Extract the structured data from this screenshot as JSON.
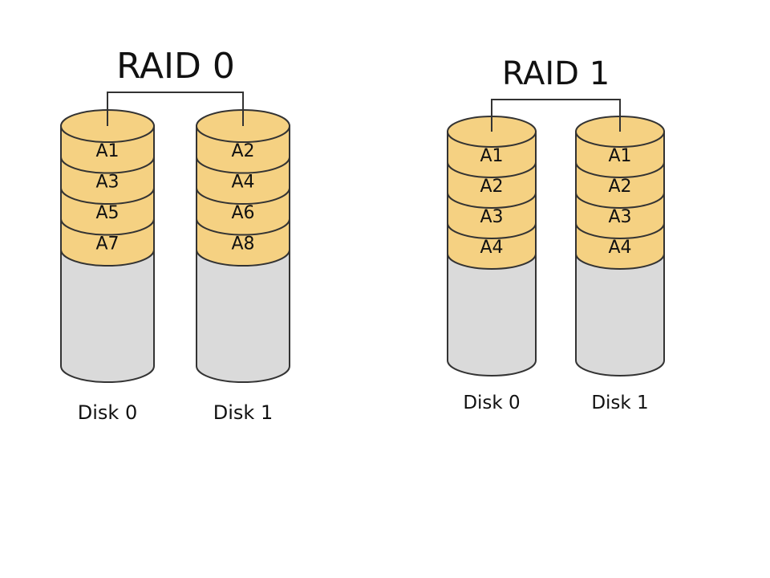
{
  "colors": {
    "background": "#ffffff",
    "block_fill": "#f5d182",
    "empty_fill": "#dadada",
    "outline": "#333333",
    "text": "#111111"
  },
  "diagrams": [
    {
      "title": "RAID 0",
      "disks": [
        {
          "label": "Disk 0",
          "blocks": [
            "A1",
            "A3",
            "A5",
            "A7"
          ]
        },
        {
          "label": "Disk 1",
          "blocks": [
            "A2",
            "A4",
            "A6",
            "A8"
          ]
        }
      ]
    },
    {
      "title": "RAID 1",
      "disks": [
        {
          "label": "Disk 0",
          "blocks": [
            "A1",
            "A2",
            "A3",
            "A4"
          ]
        },
        {
          "label": "Disk 1",
          "blocks": [
            "A1",
            "A2",
            "A3",
            "A4"
          ]
        }
      ]
    }
  ]
}
